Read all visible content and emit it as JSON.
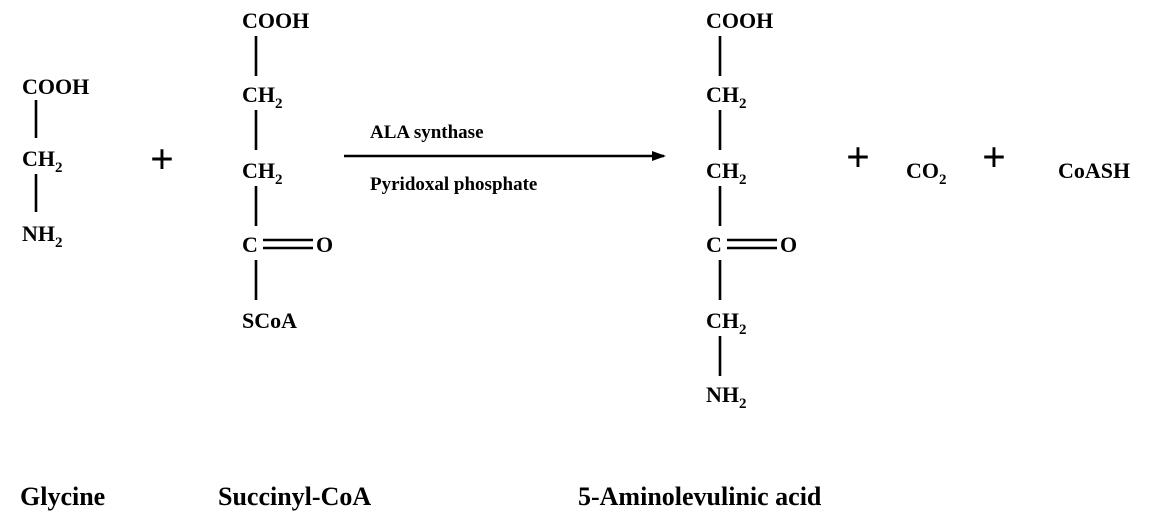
{
  "reaction": {
    "glycine": {
      "group_top": "COOH",
      "group_mid": "CH",
      "group_mid_sub": "2",
      "group_bottom": "NH",
      "group_bottom_sub": "2",
      "label": "Glycine"
    },
    "succinyl_coa": {
      "group_1": "COOH",
      "group_2": "CH",
      "group_2_sub": "2",
      "group_3": "CH",
      "group_3_sub": "2",
      "group_4_carbon": "C",
      "group_4_oxygen": "O",
      "group_5": "SCoA",
      "label": "Succinyl-CoA"
    },
    "arrow": {
      "enzyme": "ALA synthase",
      "cofactor": "Pyridoxal phosphate"
    },
    "ala": {
      "group_1": "COOH",
      "group_2": "CH",
      "group_2_sub": "2",
      "group_3": "CH",
      "group_3_sub": "2",
      "group_4_carbon": "C",
      "group_4_oxygen": "O",
      "group_5": "CH",
      "group_5_sub": "2",
      "group_6": "NH",
      "group_6_sub": "2",
      "label": "5-Aminolevulinic acid"
    },
    "co2": {
      "base": "CO",
      "sub": "2"
    },
    "coash": "CoASH",
    "plus_sign": "+"
  }
}
